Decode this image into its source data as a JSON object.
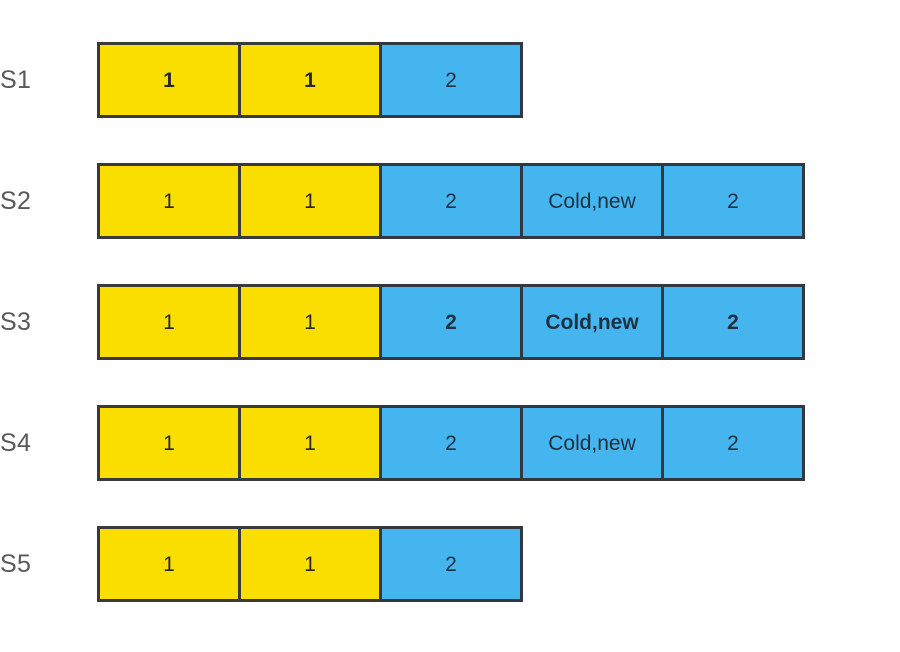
{
  "diagram": {
    "type": "log-replication-table",
    "background_color": "#ffffff",
    "palette": {
      "yellow": "#fade00",
      "blue": "#45b5f0",
      "border": "#3a3a3a",
      "blue_border": "#32383f",
      "label_text": "#595959",
      "yellow_text": "#262626",
      "blue_text": "#1f3040"
    },
    "rows": [
      {
        "label": "S1",
        "cells": [
          {
            "text": "1",
            "color": "yellow",
            "bold": true
          },
          {
            "text": "1",
            "color": "yellow",
            "bold": true
          },
          {
            "text": "2",
            "color": "blue",
            "bold": false
          }
        ]
      },
      {
        "label": "S2",
        "cells": [
          {
            "text": "1",
            "color": "yellow",
            "bold": false
          },
          {
            "text": "1",
            "color": "yellow",
            "bold": false
          },
          {
            "text": "2",
            "color": "blue",
            "bold": false
          },
          {
            "text": "Cold,new",
            "color": "blue",
            "bold": false
          },
          {
            "text": "2",
            "color": "blue",
            "bold": false
          }
        ]
      },
      {
        "label": "S3",
        "cells": [
          {
            "text": "1",
            "color": "yellow",
            "bold": false
          },
          {
            "text": "1",
            "color": "yellow",
            "bold": false
          },
          {
            "text": "2",
            "color": "blue",
            "bold": true
          },
          {
            "text": "Cold,new",
            "color": "blue",
            "bold": true
          },
          {
            "text": "2",
            "color": "blue",
            "bold": true
          }
        ]
      },
      {
        "label": "S4",
        "cells": [
          {
            "text": "1",
            "color": "yellow",
            "bold": false
          },
          {
            "text": "1",
            "color": "yellow",
            "bold": false
          },
          {
            "text": "2",
            "color": "blue",
            "bold": false
          },
          {
            "text": "Cold,new",
            "color": "blue",
            "bold": false
          },
          {
            "text": "2",
            "color": "blue",
            "bold": false
          }
        ]
      },
      {
        "label": "S5",
        "cells": [
          {
            "text": "1",
            "color": "yellow",
            "bold": false
          },
          {
            "text": "1",
            "color": "yellow",
            "bold": false
          },
          {
            "text": "2",
            "color": "blue",
            "bold": false
          }
        ]
      }
    ]
  }
}
